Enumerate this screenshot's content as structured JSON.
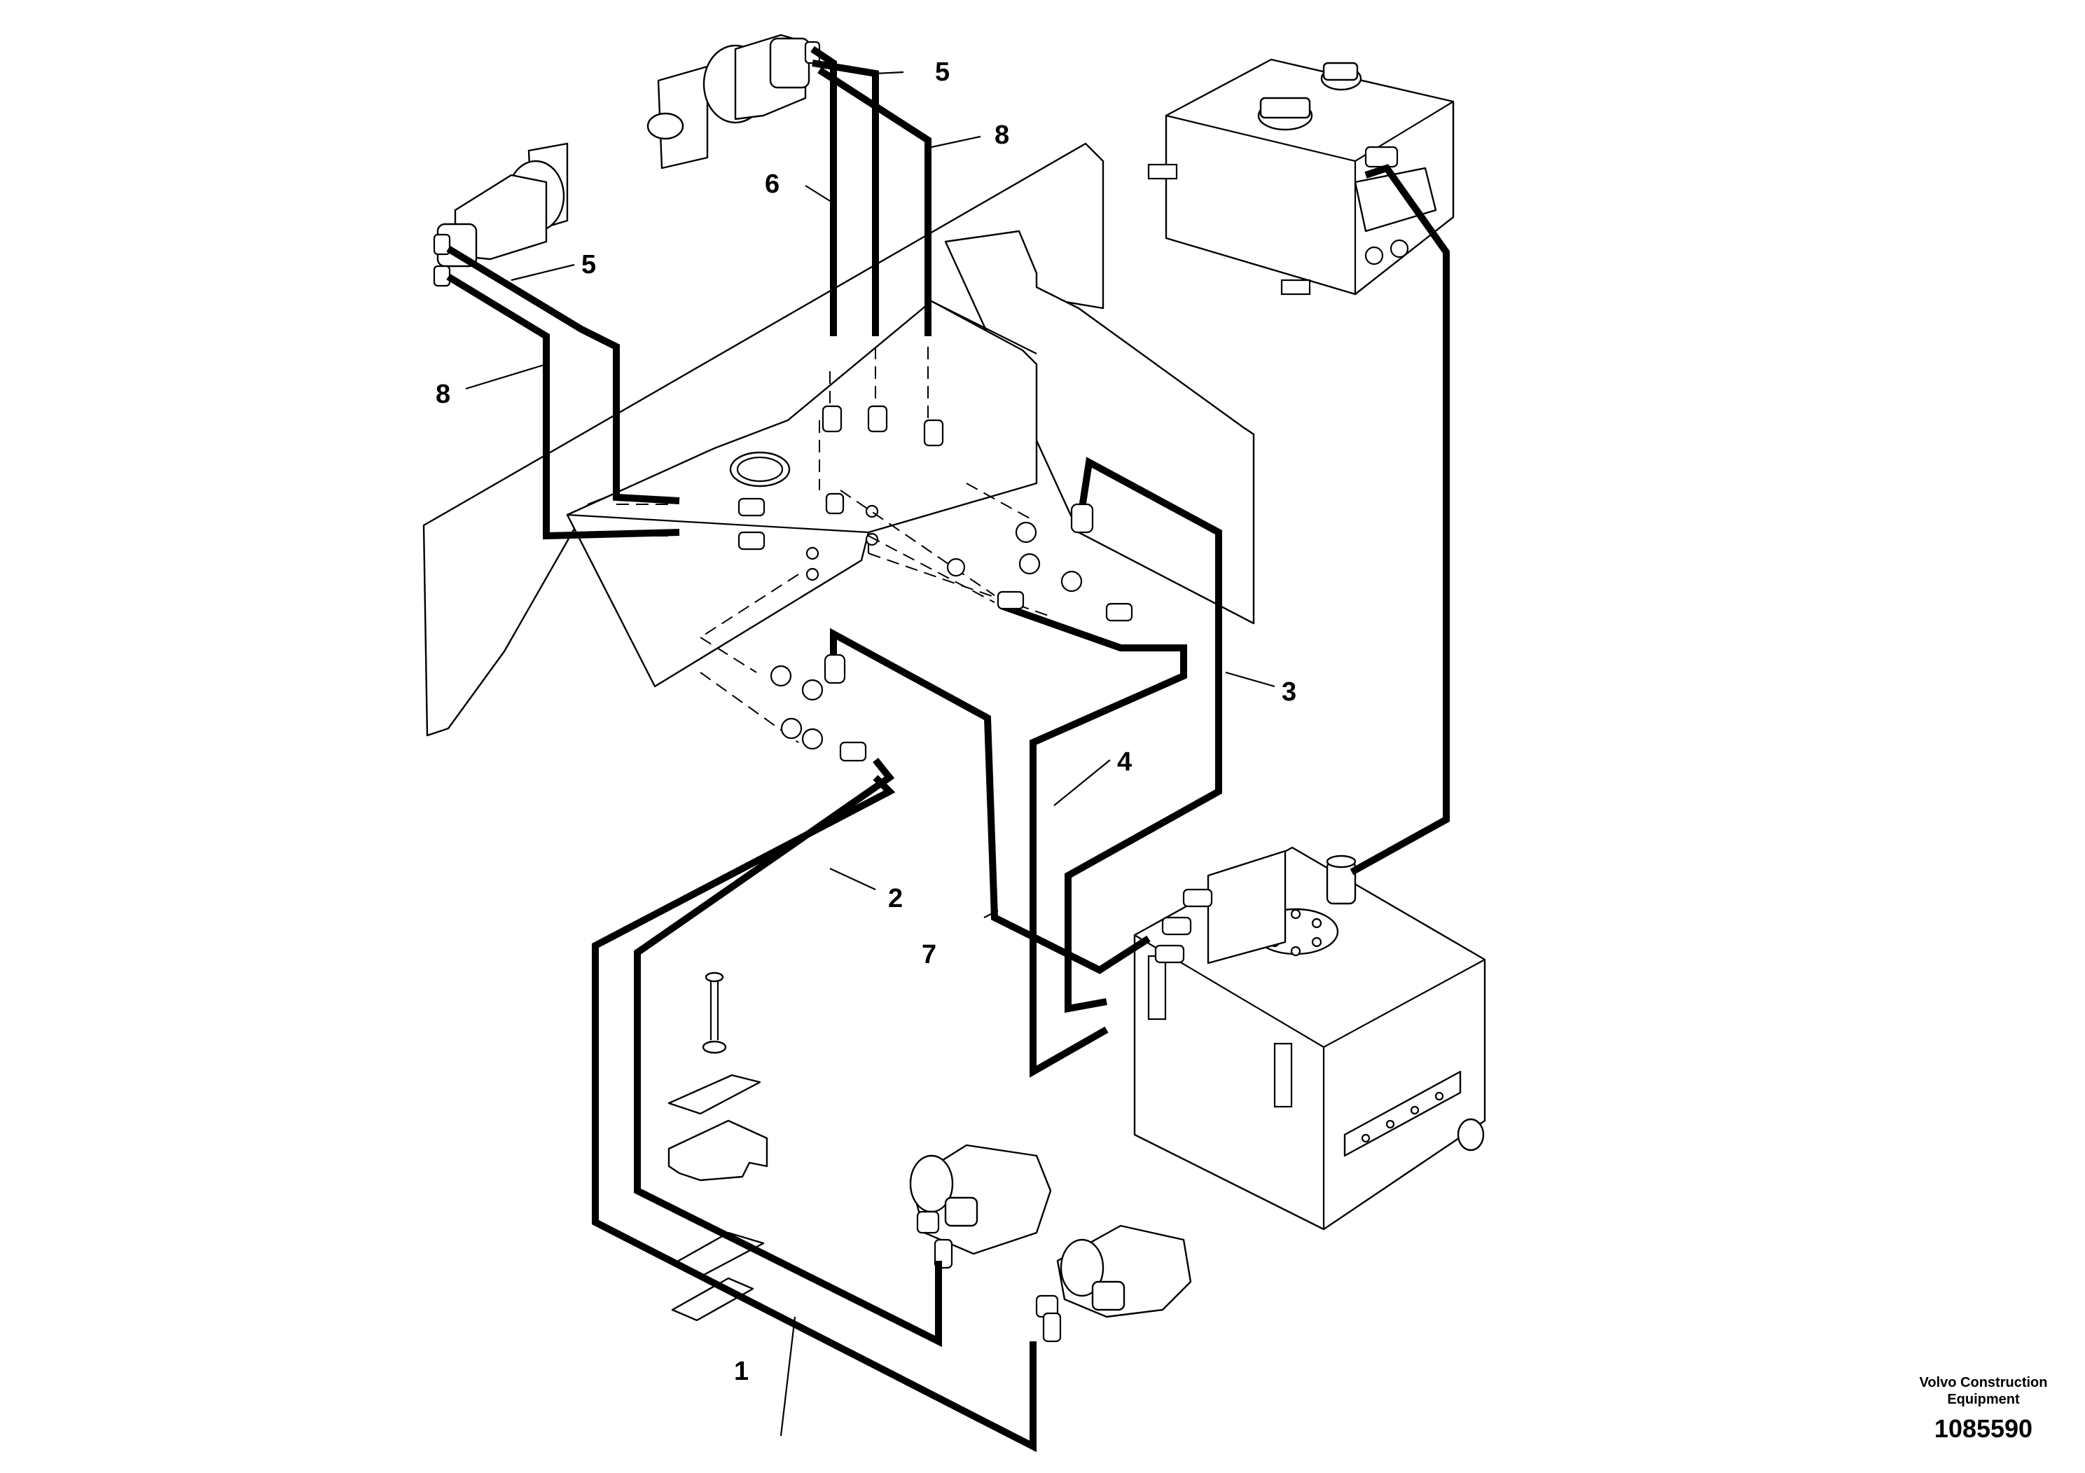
{
  "callouts": {
    "c1": "1",
    "c2": "2",
    "c3": "3",
    "c4": "4",
    "c5a": "5",
    "c5b": "5",
    "c6": "6",
    "c7": "7",
    "c8a": "8",
    "c8b": "8"
  },
  "footer": {
    "brand_line1": "Volvo Construction",
    "brand_line2": "Equipment",
    "drawing_number": "1085590"
  }
}
